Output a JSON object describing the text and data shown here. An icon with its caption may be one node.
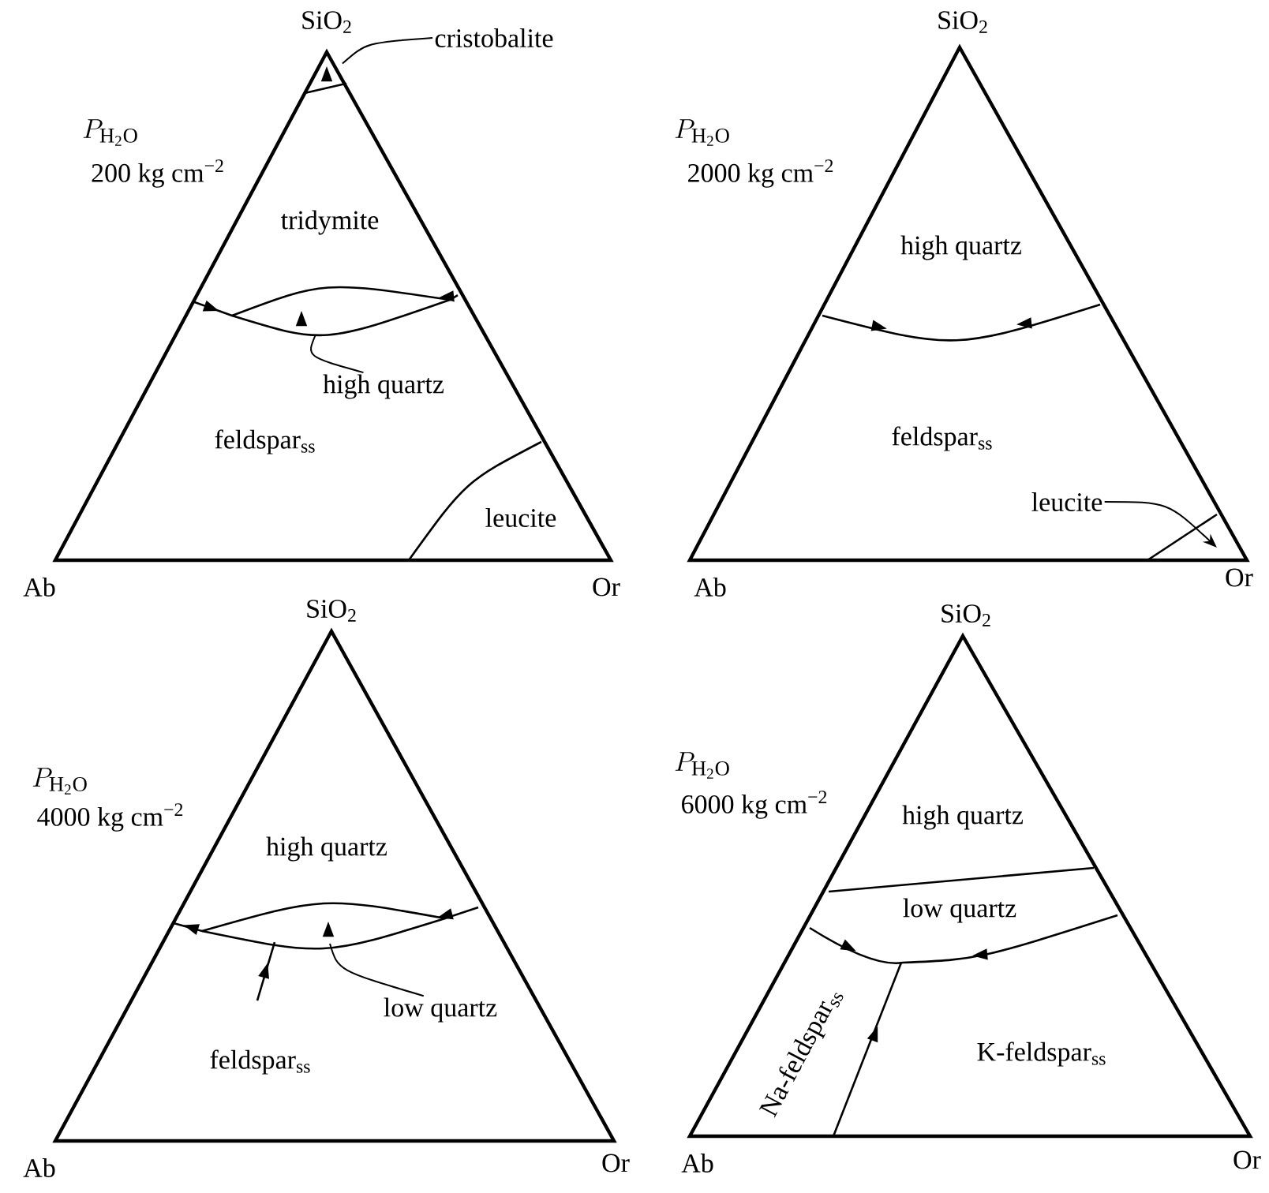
{
  "diagram": {
    "nodes": [
      {
        "text": [
          "cristobalite"
        ]
      },
      {
        "text": [
          "high quartz"
        ]
      },
      {
        "text": [
          "leucite"
        ]
      },
      {
        "text": [
          "low quartz"
        ]
      },
      {
        "text": [],
        "shape": "curve"
      },
      {
        "text": [],
        "shape": "lens"
      }
    ],
    "edges": [
      {
        "from": 0,
        "to": 4,
        "arrow": "none"
      },
      {
        "from": 1,
        "to": 5,
        "arrow": "none"
      },
      {
        "from": 2,
        "to": null,
        "arrow": "to"
      },
      {
        "from": 3,
        "to": null,
        "arrow": "none"
      }
    ],
    "labels": [
      "SiO$_{2}$",
      "P_{\\mathrm{H_2O}}",
      "200 kg cm$^{−2}$",
      "tridymite",
      "feldspar$_{ss}$",
      "leucite",
      "Ab",
      "Or",
      "SiO$_{2}$",
      "P_{\\mathrm{H_2O}}",
      "2000 kg cm$^{−2}$",
      "high quartz",
      "feldspar$_{ss}$",
      "Ab",
      "Or",
      "SiO$_{2}$",
      "P_{\\mathrm{H_2O}}",
      "4000 kg cm$^{−2}$",
      "high quartz",
      "feldspar$_{ss}$",
      "Ab",
      "Or",
      "SiO$_{2}$",
      "P_{\\mathrm{H_2O}}",
      "6000 kg cm$^{−2}$",
      "high quartz",
      "low quartz",
      "Na-feldspar$_{ss}$",
      "K-feldspar$_{ss}$",
      "Ab",
      "Or"
    ]
  }
}
